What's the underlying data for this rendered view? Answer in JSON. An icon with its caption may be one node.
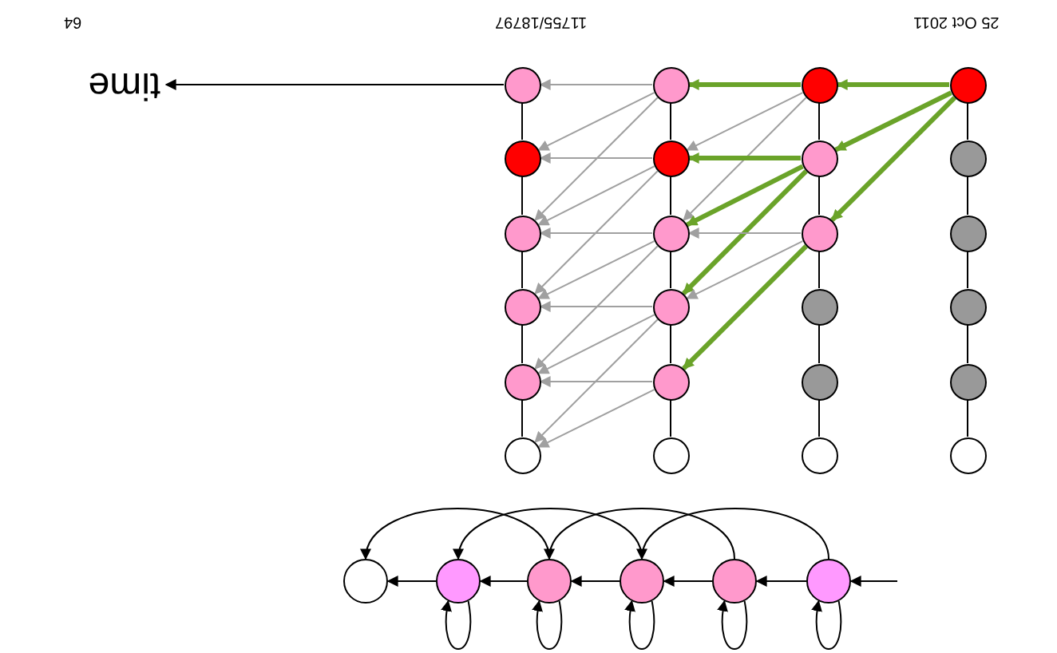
{
  "diagram": {
    "nodes": [
      {
        "text": [
          "time"
        ]
      },
      {
        "text": [],
        "shape": "circle"
      },
      {
        "text": [],
        "shape": "circle"
      },
      {
        "text": [],
        "shape": "circle"
      },
      {
        "text": [],
        "shape": "circle"
      },
      {
        "text": [],
        "shape": "circle"
      },
      {
        "text": [],
        "shape": "circle"
      },
      {
        "text": [],
        "shape": "circle"
      },
      {
        "text": [],
        "shape": "circle"
      },
      {
        "text": [],
        "shape": "circle"
      },
      {
        "text": [],
        "shape": "circle"
      },
      {
        "text": [],
        "shape": "circle"
      },
      {
        "text": [],
        "shape": "circle"
      },
      {
        "text": [],
        "shape": "circle"
      },
      {
        "text": [],
        "shape": "circle"
      },
      {
        "text": [],
        "shape": "circle"
      },
      {
        "text": [],
        "shape": "circle"
      },
      {
        "text": [],
        "shape": "circle"
      },
      {
        "text": [],
        "shape": "circle"
      },
      {
        "text": [],
        "shape": "circle"
      },
      {
        "text": [],
        "shape": "circle"
      },
      {
        "text": [],
        "shape": "circle"
      },
      {
        "text": [],
        "shape": "circle"
      },
      {
        "text": [],
        "shape": "circle"
      },
      {
        "text": [],
        "shape": "circle"
      },
      {
        "text": [],
        "shape": "circle"
      },
      {
        "text": [],
        "shape": "circle"
      },
      {
        "text": [],
        "shape": "circle"
      },
      {
        "text": [],
        "shape": "circle"
      },
      {
        "text": [],
        "shape": "circle"
      },
      {
        "text": [],
        "shape": "circle"
      }
    ],
    "edges": [
      {
        "from": 1,
        "to": 0,
        "arrow": "to"
      },
      {
        "from": 1,
        "to": 5,
        "arrow": "none"
      },
      {
        "from": 5,
        "to": 9,
        "arrow": "none"
      },
      {
        "from": 9,
        "to": 13,
        "arrow": "none"
      },
      {
        "from": 13,
        "to": 17,
        "arrow": "none"
      },
      {
        "from": 17,
        "to": 21,
        "arrow": "none"
      },
      {
        "from": 2,
        "to": 6,
        "arrow": "none"
      },
      {
        "from": 6,
        "to": 10,
        "arrow": "none"
      },
      {
        "from": 10,
        "to": 14,
        "arrow": "none"
      },
      {
        "from": 14,
        "to": 18,
        "arrow": "none"
      },
      {
        "from": 18,
        "to": 22,
        "arrow": "none"
      },
      {
        "from": 3,
        "to": 7,
        "arrow": "none"
      },
      {
        "from": 7,
        "to": 11,
        "arrow": "none"
      },
      {
        "from": 11,
        "to": 15,
        "arrow": "none"
      },
      {
        "from": 15,
        "to": 19,
        "arrow": "none"
      },
      {
        "from": 19,
        "to": 23,
        "arrow": "none"
      },
      {
        "from": 4,
        "to": 8,
        "arrow": "none"
      },
      {
        "from": 8,
        "to": 12,
        "arrow": "none"
      },
      {
        "from": 12,
        "to": 16,
        "arrow": "none"
      },
      {
        "from": 16,
        "to": 20,
        "arrow": "none"
      },
      {
        "from": 20,
        "to": 24,
        "arrow": "none"
      },
      {
        "from": 4,
        "to": 3,
        "arrow": "to",
        "style": "thick",
        "color": "#6aa329"
      },
      {
        "from": 4,
        "to": 7,
        "arrow": "to",
        "style": "thick",
        "color": "#6aa329"
      },
      {
        "from": 4,
        "to": 11,
        "arrow": "to",
        "style": "thick",
        "color": "#6aa329"
      },
      {
        "from": 3,
        "to": 2,
        "arrow": "to",
        "style": "thick",
        "color": "#6aa329"
      },
      {
        "from": 3,
        "to": 6,
        "arrow": "to",
        "color": "#a0a0a0"
      },
      {
        "from": 3,
        "to": 10,
        "arrow": "to",
        "color": "#a0a0a0"
      },
      {
        "from": 7,
        "to": 6,
        "arrow": "to",
        "style": "thick",
        "color": "#6aa329"
      },
      {
        "from": 7,
        "to": 10,
        "arrow": "to",
        "style": "thick",
        "color": "#6aa329"
      },
      {
        "from": 7,
        "to": 14,
        "arrow": "to",
        "style": "thick",
        "color": "#6aa329"
      },
      {
        "from": 11,
        "to": 10,
        "arrow": "to",
        "color": "#a0a0a0"
      },
      {
        "from": 11,
        "to": 14,
        "arrow": "to",
        "color": "#a0a0a0"
      },
      {
        "from": 11,
        "to": 18,
        "arrow": "to",
        "style": "thick",
        "color": "#6aa329"
      },
      {
        "from": 2,
        "to": 1,
        "arrow": "to",
        "color": "#a0a0a0"
      },
      {
        "from": 2,
        "to": 5,
        "arrow": "to",
        "color": "#a0a0a0"
      },
      {
        "from": 2,
        "to": 9,
        "arrow": "to",
        "color": "#a0a0a0"
      },
      {
        "from": 6,
        "to": 5,
        "arrow": "to",
        "color": "#a0a0a0"
      },
      {
        "from": 6,
        "to": 9,
        "arrow": "to",
        "color": "#a0a0a0"
      },
      {
        "from": 6,
        "to": 13,
        "arrow": "to",
        "color": "#a0a0a0"
      },
      {
        "from": 10,
        "to": 9,
        "arrow": "to",
        "color": "#a0a0a0"
      },
      {
        "from": 10,
        "to": 13,
        "arrow": "to",
        "color": "#a0a0a0"
      },
      {
        "from": 10,
        "to": 17,
        "arrow": "to",
        "color": "#a0a0a0"
      },
      {
        "from": 14,
        "to": 13,
        "arrow": "to",
        "color": "#a0a0a0"
      },
      {
        "from": 14,
        "to": 17,
        "arrow": "to",
        "color": "#a0a0a0"
      },
      {
        "from": 14,
        "to": 21,
        "arrow": "to",
        "color": "#a0a0a0"
      },
      {
        "from": 18,
        "to": 17,
        "arrow": "to",
        "color": "#a0a0a0"
      },
      {
        "from": 18,
        "to": 21,
        "arrow": "to",
        "color": "#a0a0a0"
      },
      {
        "from": null,
        "to": 30,
        "arrow": "to"
      },
      {
        "from": 30,
        "to": 29,
        "arrow": "to"
      },
      {
        "from": 29,
        "to": 28,
        "arrow": "to"
      },
      {
        "from": 28,
        "to": 27,
        "arrow": "to"
      },
      {
        "from": 27,
        "to": 26,
        "arrow": "to"
      },
      {
        "from": 26,
        "to": 25,
        "arrow": "to"
      },
      {
        "from": 30,
        "to": 28,
        "arrow": "to"
      },
      {
        "from": 29,
        "to": 27,
        "arrow": "to"
      },
      {
        "from": 28,
        "to": 26,
        "arrow": "to"
      },
      {
        "from": 27,
        "to": 25,
        "arrow": "to"
      },
      {
        "from": 26,
        "to": 26,
        "arrow": "to"
      },
      {
        "from": 27,
        "to": 27,
        "arrow": "to"
      },
      {
        "from": 28,
        "to": 28,
        "arrow": "to"
      },
      {
        "from": 29,
        "to": 29,
        "arrow": "to"
      },
      {
        "from": 30,
        "to": 30,
        "arrow": "to"
      }
    ],
    "labels": [
      "64",
      "11755/18797",
      "25 Oct 2011"
    ]
  }
}
